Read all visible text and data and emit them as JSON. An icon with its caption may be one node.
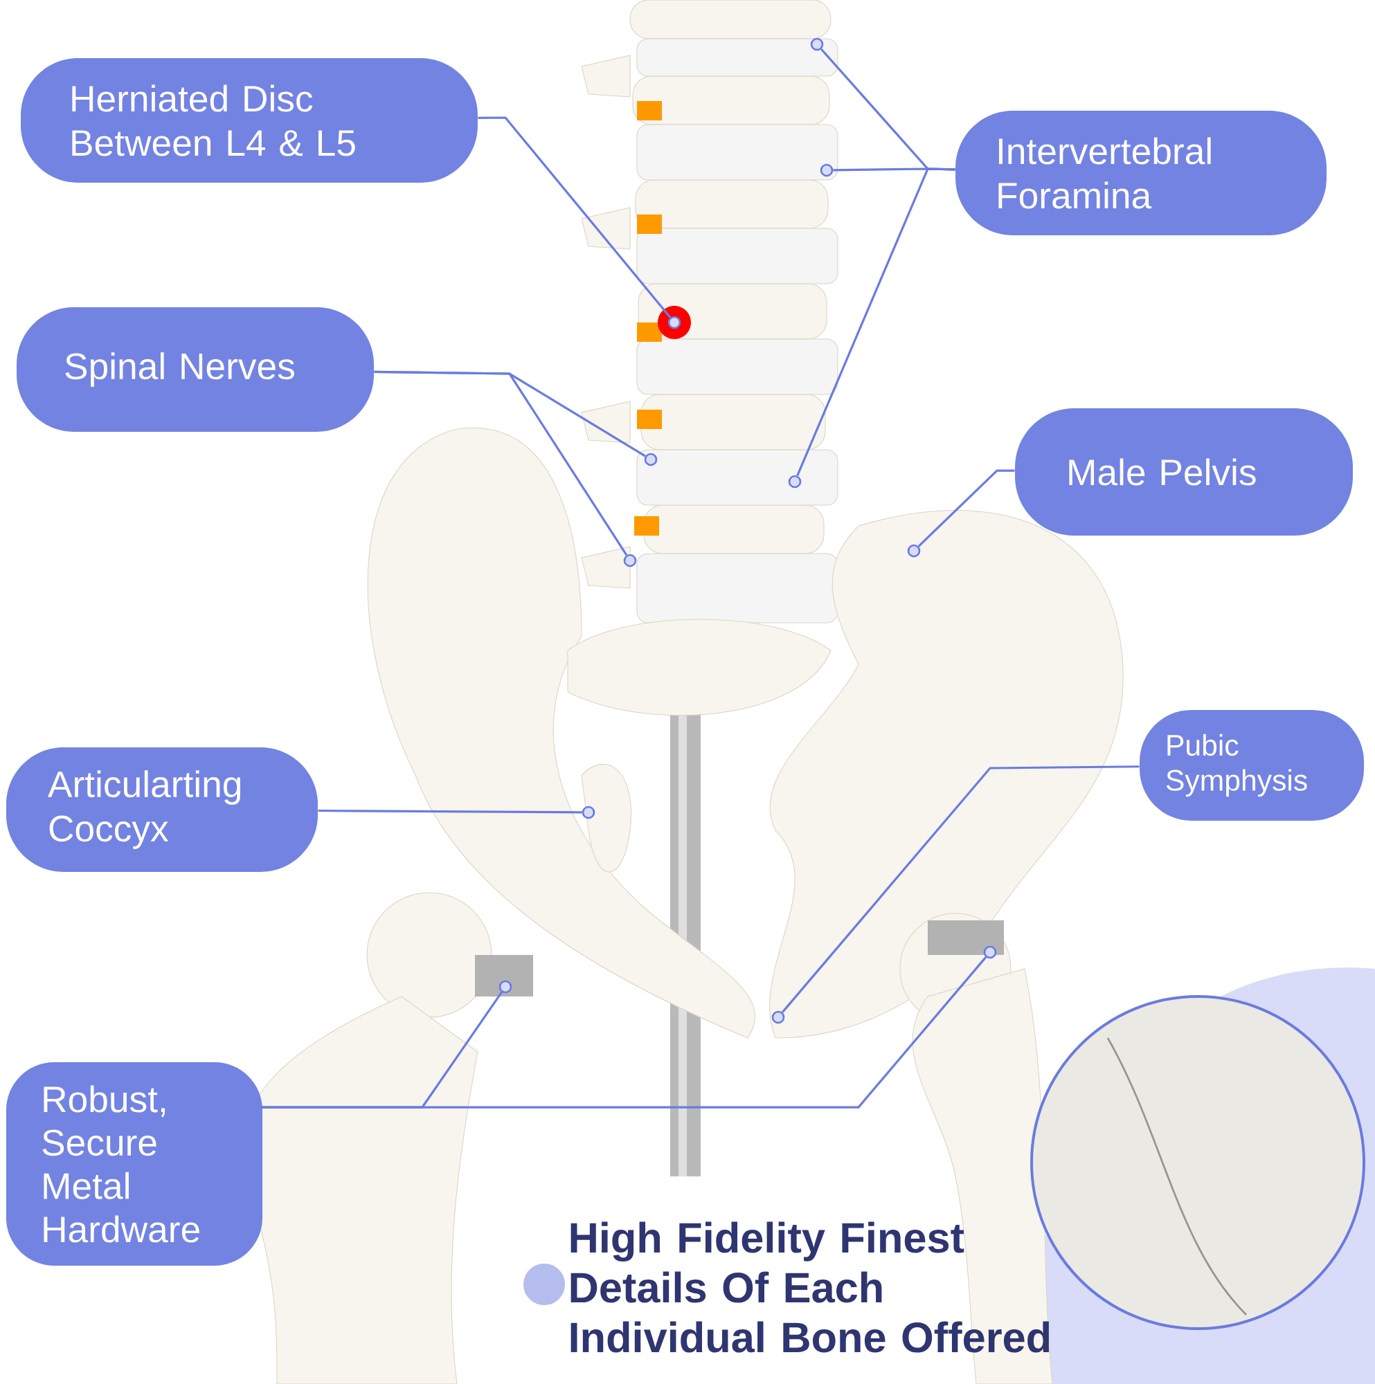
{
  "diagram": {
    "nodes": [
      {
        "text": [
          "Herniated Disc Between L4 & L5"
        ]
      },
      {
        "text": [
          "Intervertebral Foramina"
        ]
      },
      {
        "text": [
          "Spinal Nerves"
        ]
      },
      {
        "text": [
          "Male Pelvis"
        ]
      },
      {
        "text": [
          "Articularting Coccyx"
        ]
      },
      {
        "text": [
          "Pubic Symphysis"
        ]
      },
      {
        "text": [
          "Robust, Secure Metal Hardware"
        ]
      },
      {
        "text": [],
        "shape": "circle"
      },
      {
        "text": [],
        "shape": "circle"
      },
      {
        "text": [],
        "shape": "circle"
      },
      {
        "text": [],
        "shape": "circle"
      },
      {
        "text": [],
        "shape": "circle"
      },
      {
        "text": [],
        "shape": "circle"
      },
      {
        "text": [],
        "shape": "circle"
      },
      {
        "text": [],
        "shape": "circle"
      },
      {
        "text": [],
        "shape": "circle"
      },
      {
        "text": [],
        "shape": "circle"
      },
      {
        "text": [],
        "shape": "circle"
      }
    ],
    "edges": [
      {
        "from": 0,
        "to": 7,
        "arrow": "none"
      },
      {
        "from": 1,
        "to": 8,
        "arrow": "none"
      },
      {
        "from": 1,
        "to": 9,
        "arrow": "none"
      },
      {
        "from": 1,
        "to": 10,
        "arrow": "none"
      },
      {
        "from": 2,
        "to": 11,
        "arrow": "none"
      },
      {
        "from": 2,
        "to": 12,
        "arrow": "none"
      },
      {
        "from": 3,
        "to": 13,
        "arrow": "none"
      },
      {
        "from": 4,
        "to": 14,
        "arrow": "none"
      },
      {
        "from": 5,
        "to": 15,
        "arrow": "none"
      },
      {
        "from": 6,
        "to": 16,
        "arrow": "none"
      },
      {
        "from": 6,
        "to": 17,
        "arrow": "none"
      }
    ],
    "labels": [
      "High Fidelity Finest Details Of Each Individual Bone Offered"
    ]
  }
}
